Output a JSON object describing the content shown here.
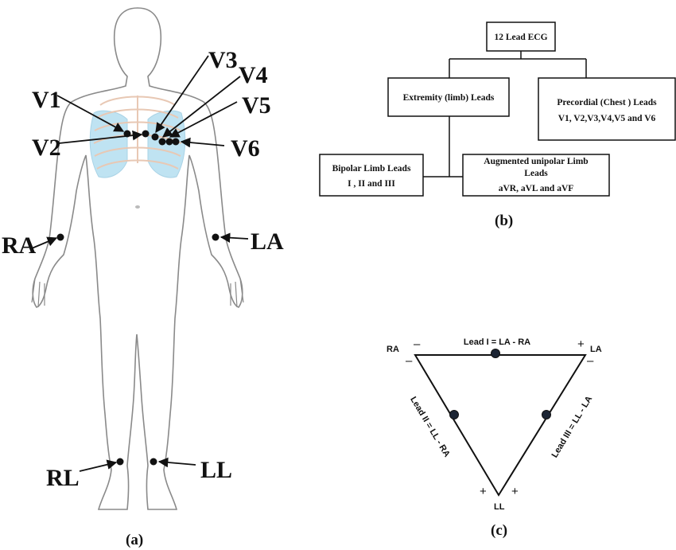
{
  "panel_a": {
    "caption": "(a)",
    "electrodes": {
      "V1": "V1",
      "V2": "V2",
      "V3": "V3",
      "V4": "V4",
      "V5": "V5",
      "V6": "V6",
      "RA": "RA",
      "LA": "LA",
      "RL": "RL",
      "LL": "LL"
    }
  },
  "panel_b": {
    "caption": "(b)",
    "root": "12 Lead ECG",
    "extremity": "Extremity (limb) Leads",
    "precordial_line1": "Precordial (Chest ) Leads",
    "precordial_line2": "V1, V2,V3,V4,V5 and V6",
    "bipolar_line1": "Bipolar Limb Leads",
    "bipolar_line2": "I , II and III",
    "augmented_line1": "Augmented unipolar Limb",
    "augmented_line2": "Leads",
    "augmented_line3": "aVR, aVL and aVF"
  },
  "panel_c": {
    "caption": "(c)",
    "ra": "RA",
    "la": "LA",
    "ll": "LL",
    "lead_i": "Lead I = LA - RA",
    "lead_ii": "Lead II = LL - RA",
    "lead_iii": "Lead III = LL - LA",
    "minus": "–",
    "plus": "+"
  },
  "colors": {
    "ink": "#111111",
    "body_outline": "#8a8a8a",
    "lungs": "#bfe3f2",
    "ribs": "#f1d9c9"
  }
}
